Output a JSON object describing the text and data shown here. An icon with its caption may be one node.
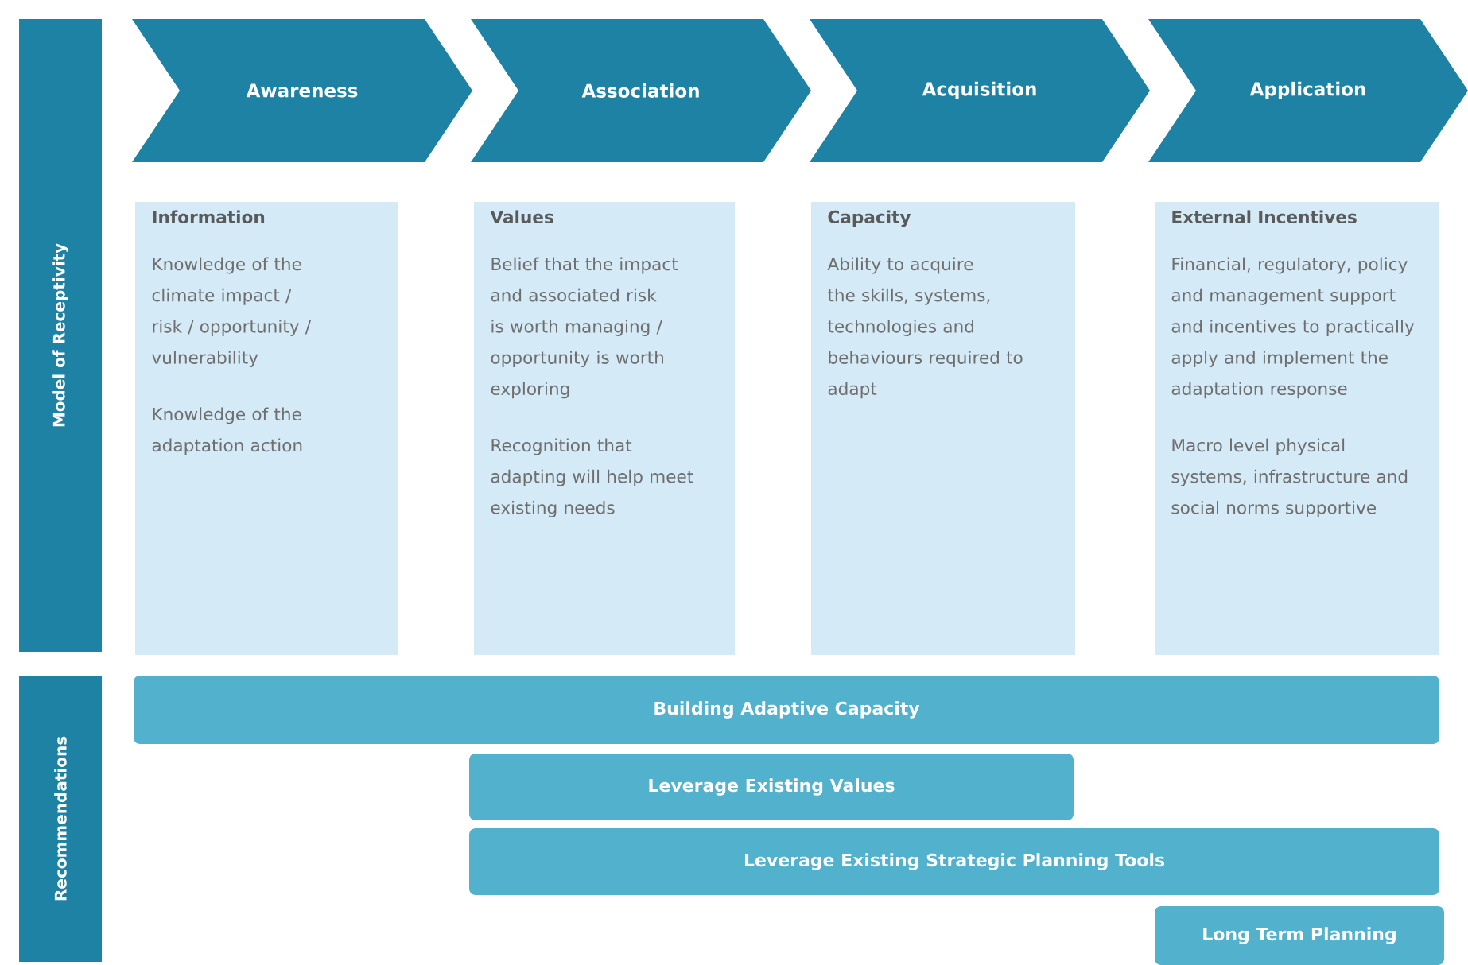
{
  "diagram": {
    "nodes": [
      {
        "text": [
          "Model of Receptivity"
        ]
      },
      {
        "text": [
          "Recommendations"
        ]
      },
      {
        "text": [
          "Awareness"
        ]
      },
      {
        "text": [
          "Association"
        ]
      },
      {
        "text": [
          "Acquisition"
        ]
      },
      {
        "text": [
          "Application"
        ]
      },
      {
        "text": [
          "Information",
          "Knowledge of the climate impact / risk / opportunity / vulnerability",
          "Knowledge of the adaptation action"
        ]
      },
      {
        "text": [
          "Values",
          "Belief that the impact and associated risk is worth managing / opportunity is worth exploring",
          "Recognition that adapting will help meet existing needs"
        ]
      },
      {
        "text": [
          "Capacity",
          "Ability to acquire the skills, systems, technologies and behaviours required to adapt"
        ]
      },
      {
        "text": [
          "External Incentives",
          "Financial, regulatory, policy and management support and incentives to practically apply and implement the adaptation response",
          "Macro level physical systems, infrastructure and social norms supportive"
        ]
      },
      {
        "text": [
          "Building Adaptive Capacity"
        ]
      },
      {
        "text": [
          "Leverage Existing Values"
        ]
      },
      {
        "text": [
          "Leverage Existing Strategic Planning Tools"
        ]
      },
      {
        "text": [
          "Long Term Planning"
        ]
      }
    ]
  }
}
